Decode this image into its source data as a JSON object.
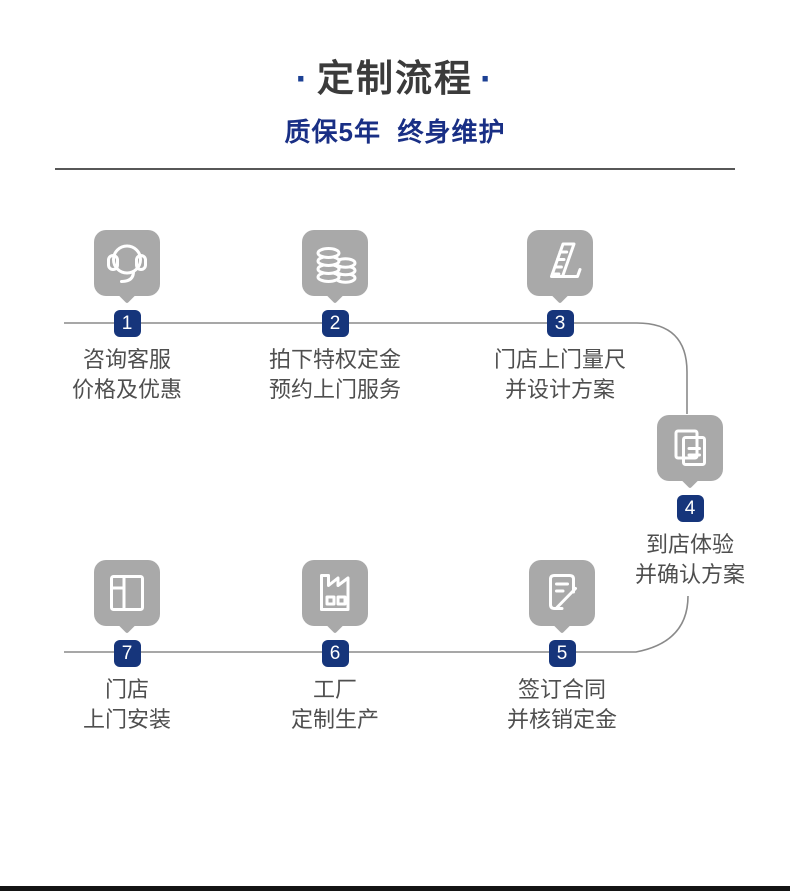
{
  "header": {
    "title": "定制流程",
    "title_dot": "·",
    "subtitle": "质保5年  终身维护"
  },
  "steps": [
    {
      "num": "1",
      "line1": "咨询客服",
      "line2": "价格及优惠",
      "icon": "headset-icon"
    },
    {
      "num": "2",
      "line1": "拍下特权定金",
      "line2": "预约上门服务",
      "icon": "coins-icon"
    },
    {
      "num": "3",
      "line1": "门店上门量尺",
      "line2": "并设计方案",
      "icon": "ruler-icon"
    },
    {
      "num": "4",
      "line1": "到店体验",
      "line2": "并确认方案",
      "icon": "documents-icon"
    },
    {
      "num": "5",
      "line1": "签订合同",
      "line2": "并核销定金",
      "icon": "contract-pen-icon"
    },
    {
      "num": "6",
      "line1": "工厂",
      "line2": "定制生产",
      "icon": "factory-icon"
    },
    {
      "num": "7",
      "line1": "门店",
      "line2": "上门安装",
      "icon": "cabinet-icon"
    }
  ],
  "colors": {
    "badge_navy": "#16357b",
    "subtitle_blue": "#192f85",
    "title_dot_blue": "#1c4094",
    "title_dark": "#3b3b3b",
    "icon_gray": "#a9a9a9",
    "connector_gray": "#8a8a8a",
    "divider_gray": "#575757",
    "bottom_bar_dark": "#141414",
    "step_text_gray": "#4f4f4f"
  }
}
